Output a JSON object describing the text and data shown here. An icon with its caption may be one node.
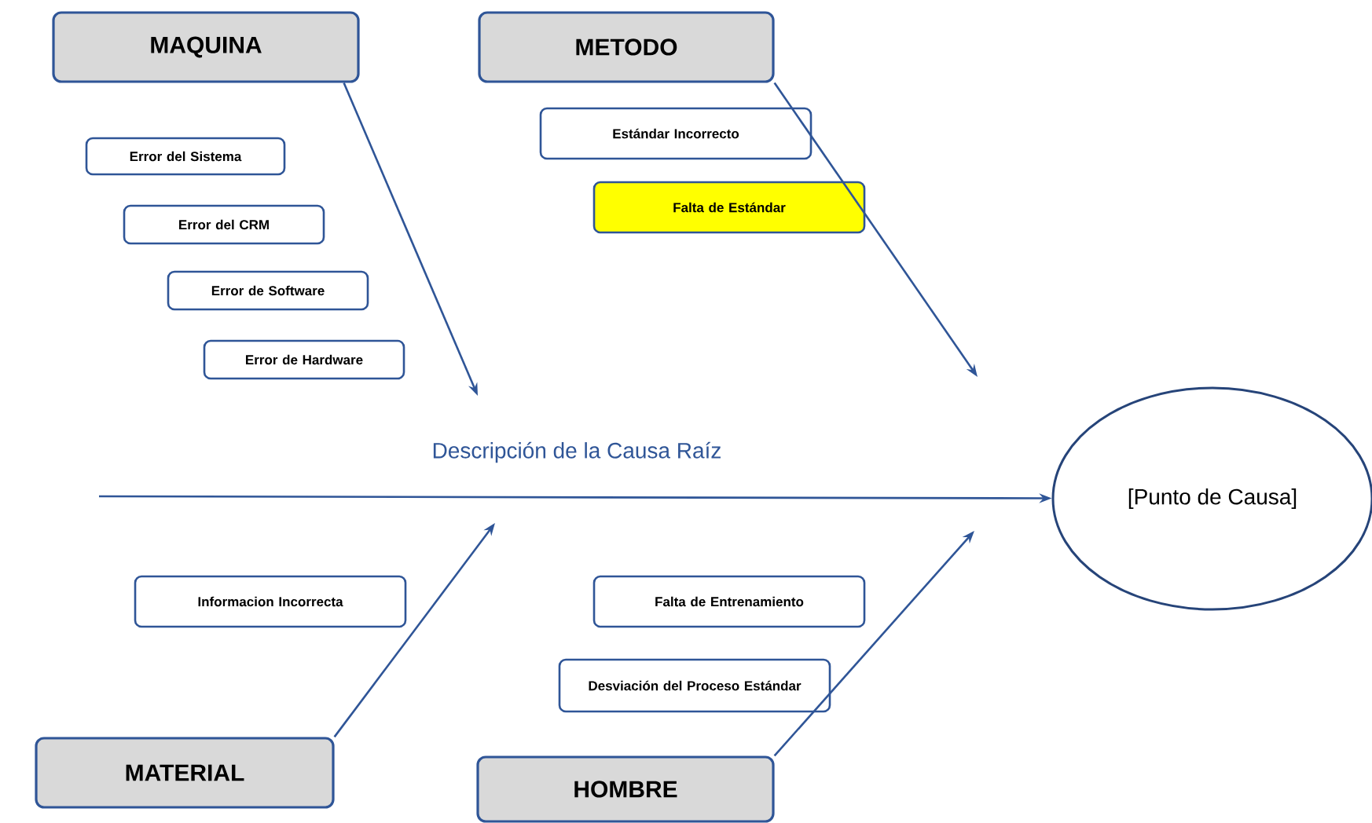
{
  "diagram": {
    "nodes": [
      {
        "text": [
          "MAQUINA"
        ]
      },
      {
        "text": [
          "METODO"
        ]
      },
      {
        "text": [
          "Error del Sistema"
        ]
      },
      {
        "text": [
          "Error del CRM"
        ]
      },
      {
        "text": [
          "Error de Software"
        ]
      },
      {
        "text": [
          "Error de Hardware"
        ]
      },
      {
        "text": [
          "Estándar Incorrecto"
        ]
      },
      {
        "text": [
          "Falta de Estándar"
        ]
      },
      {
        "text": [
          "[Punto de Causa]"
        ]
      },
      {
        "text": [
          "Informacion Incorrecta"
        ]
      },
      {
        "text": [
          "Falta de Entrenamiento"
        ]
      },
      {
        "text": [
          "Desviación del Proceso Estándar"
        ]
      },
      {
        "text": [
          "MATERIAL"
        ]
      },
      {
        "text": [
          "HOMBRE"
        ]
      }
    ],
    "edges": [
      {
        "from": null,
        "to": 8,
        "arrow": "to",
        "label": "Descripción de la Causa Raíz"
      },
      {
        "from": 0,
        "to": null,
        "arrow": "to"
      },
      {
        "from": 1,
        "to": null,
        "arrow": "to"
      },
      {
        "from": 12,
        "to": null,
        "arrow": "to"
      },
      {
        "from": 13,
        "to": null,
        "arrow": "to"
      }
    ]
  }
}
